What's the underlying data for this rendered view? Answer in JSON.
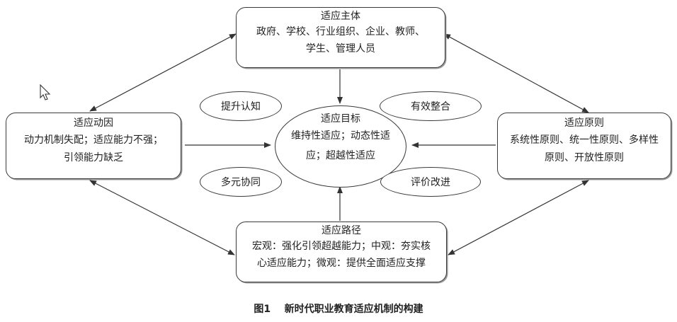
{
  "nodes": {
    "subject": {
      "title": "适应主体",
      "lines": [
        "政府、学校、行业组织、企业、教师、",
        "学生、管理人员"
      ]
    },
    "motivation": {
      "title": "适应动因",
      "lines": [
        "动力机制失配；适应能力不强；",
        "引领能力缺乏"
      ]
    },
    "goal": {
      "title": "适应目标",
      "lines": [
        "维持性适应；动态性适",
        "应；超越性适应"
      ]
    },
    "principle": {
      "title": "适应原则",
      "lines": [
        "系统性原则、统一性原则、多样性",
        "原则、开放性原则"
      ]
    },
    "path": {
      "title": "适应路径",
      "lines": [
        "宏观：强化引领超越能力；中观：夯实核",
        "心适应能力；微观：提供全面适应支撑"
      ]
    }
  },
  "ovals": {
    "cognition": "提升认知",
    "integration": "有效整合",
    "collaboration": "多元协同",
    "evaluation": "评价改进"
  },
  "caption": "图1    新时代职业教育适应机制的构建"
}
